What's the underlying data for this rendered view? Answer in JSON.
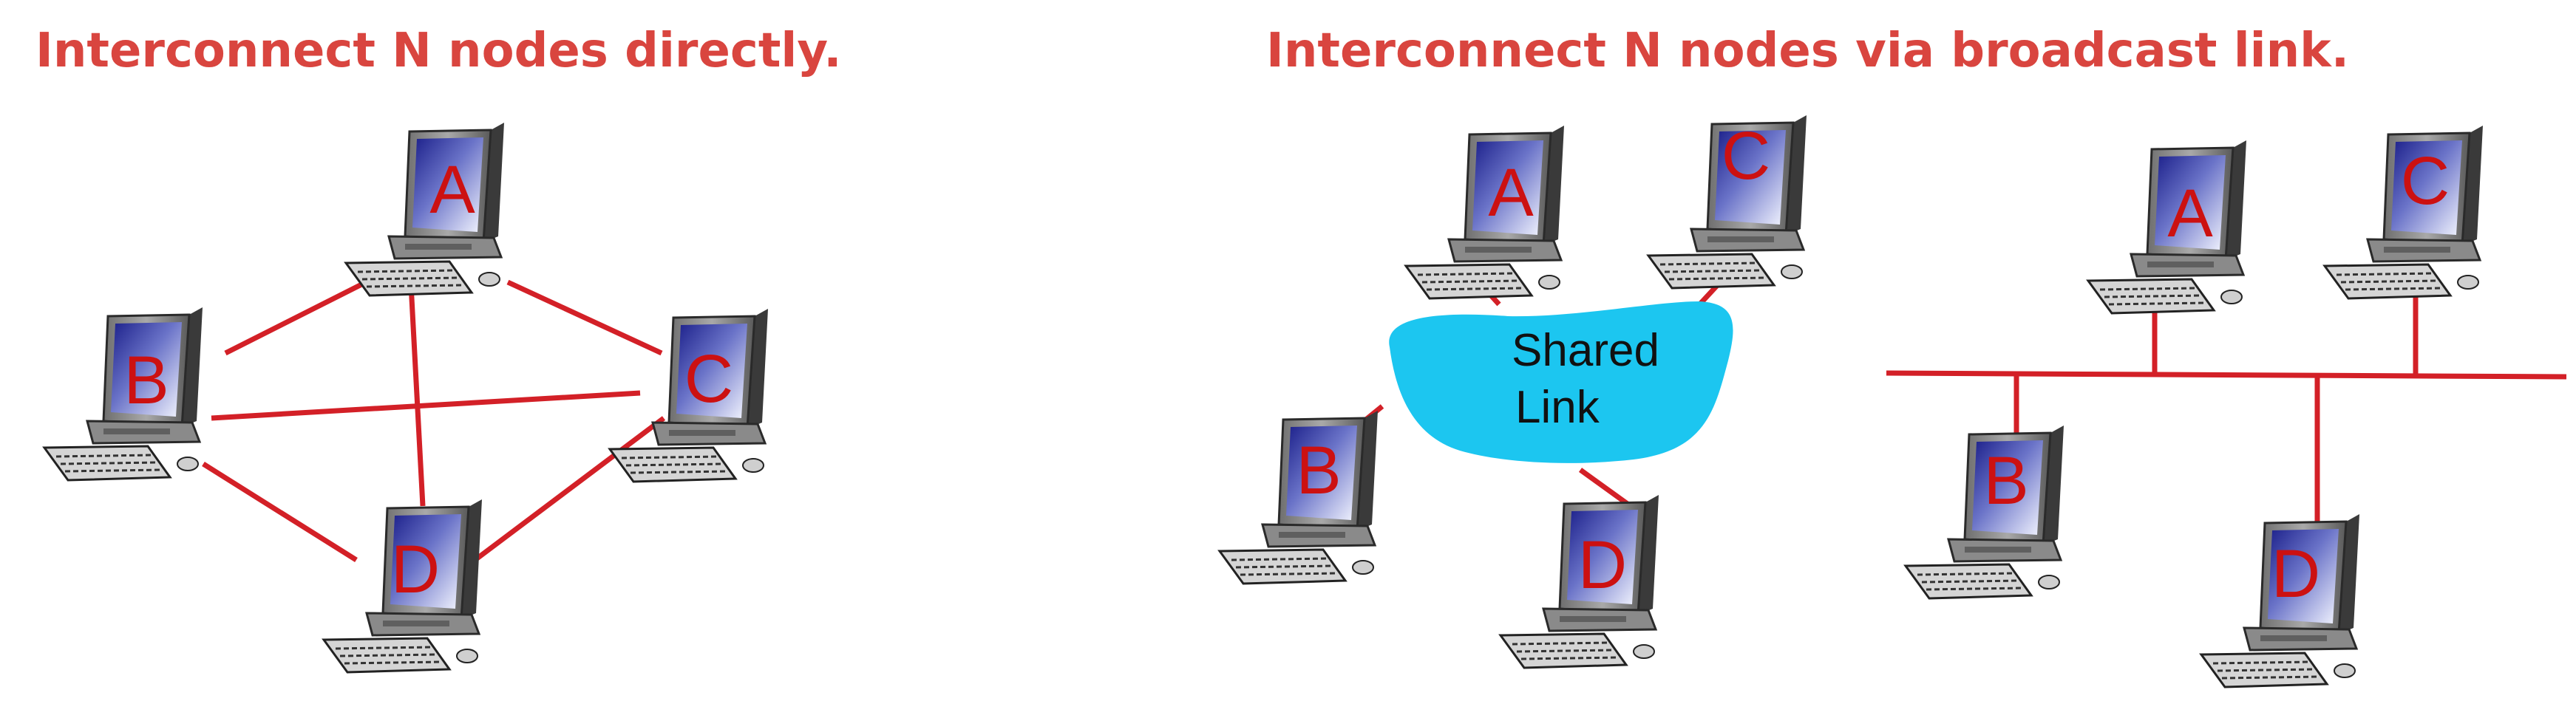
{
  "colors": {
    "accent": "#d9453f",
    "link_line": "#d32027",
    "cloud": "#1cc6f0",
    "letter": "#cc1111"
  },
  "left_panel": {
    "title": "Interconnect N nodes directly.",
    "nodes": {
      "a": "A",
      "b": "B",
      "c": "C",
      "d": "D"
    }
  },
  "right_panel": {
    "title": "Interconnect N nodes via broadcast link.",
    "cloud_label": [
      "Shared",
      "Link"
    ],
    "cloud_nodes": {
      "a": "A",
      "b": "B",
      "c": "C",
      "d": "D"
    },
    "bus_nodes": {
      "a": "A",
      "b": "B",
      "c": "C",
      "d": "D"
    }
  }
}
